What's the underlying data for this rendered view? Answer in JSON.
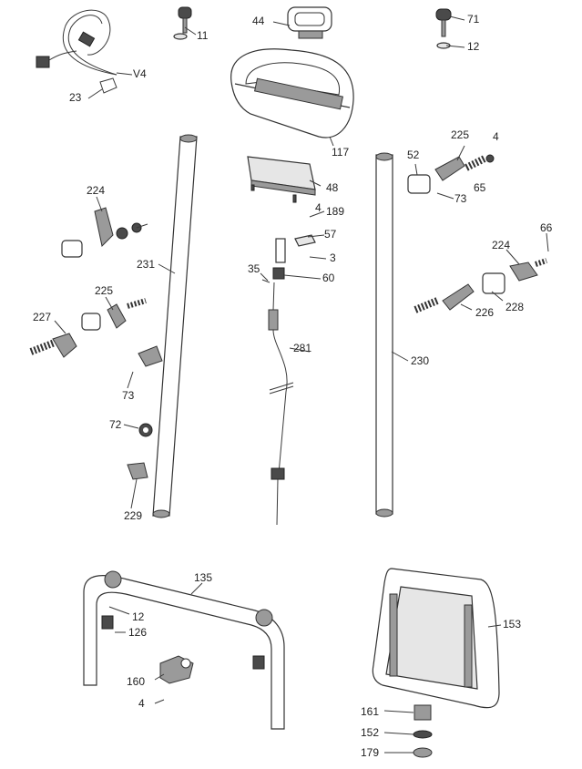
{
  "labels": {
    "p11": "11",
    "p44": "44",
    "p71": "71",
    "p12a": "12",
    "pV4": "V4",
    "p23": "23",
    "p117": "117",
    "p48": "48",
    "p52": "52",
    "p225a": "225",
    "p4a": "4",
    "p65": "65",
    "p73a": "73",
    "p224a": "224",
    "p4b": "4",
    "p189": "189",
    "p57": "57",
    "p3": "3",
    "p35": "35",
    "p60": "60",
    "p231": "231",
    "p225b": "225",
    "p227": "227",
    "p66": "66",
    "p224b": "224",
    "p228": "228",
    "p226": "226",
    "p281": "281",
    "p230": "230",
    "p73b": "73",
    "p72": "72",
    "p229": "229",
    "p135": "135",
    "p12b": "12",
    "p126": "126",
    "p160": "160",
    "p4c": "4",
    "p153": "153",
    "p161": "161",
    "p152": "152",
    "p179": "179"
  }
}
